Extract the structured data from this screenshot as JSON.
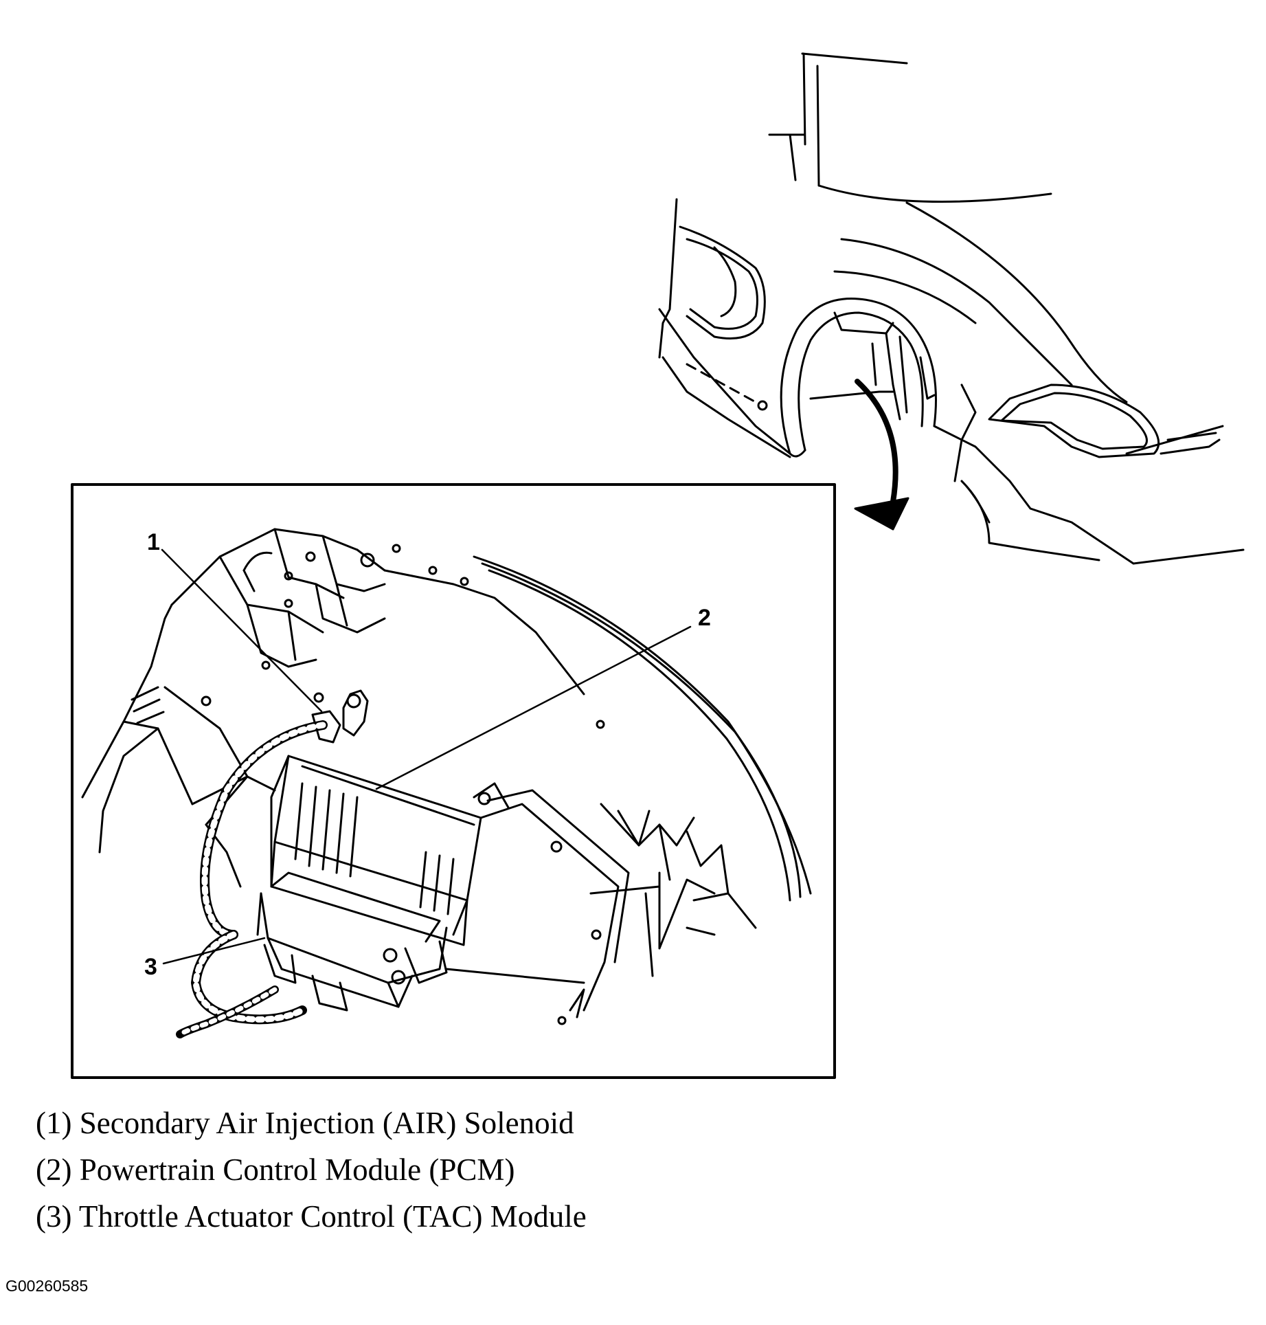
{
  "callouts": [
    {
      "number": "1",
      "label": "(1) Secondary Air Injection (AIR) Solenoid"
    },
    {
      "number": "2",
      "label": "(2) Powertrain Control Module (PCM)"
    },
    {
      "number": "3",
      "label": "(3) Throttle Actuator Control (TAC) Module"
    }
  ],
  "figure_id": "G00260585",
  "colors": {
    "line": "#000000",
    "background": "#ffffff"
  }
}
